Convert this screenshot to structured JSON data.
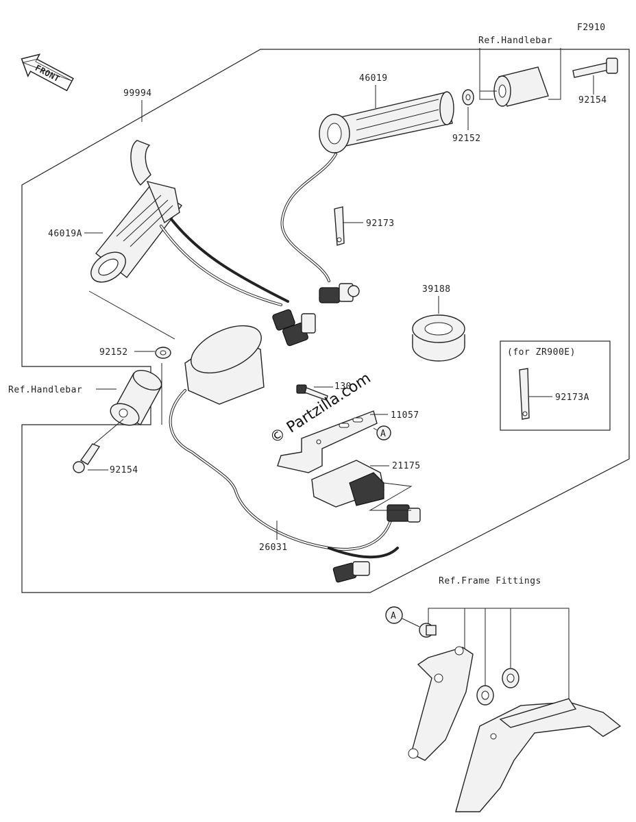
{
  "figure_code": "F2910",
  "front_label": "FRONT",
  "watermark": "© Partzilla.com",
  "callouts": {
    "kit": "99994",
    "grip_left": "46019A",
    "grip_right": "46019",
    "washer_left": "92152",
    "washer_right": "92152",
    "ref_handlebar_left": "Ref.Handlebar",
    "ref_handlebar_right": "Ref.Handlebar",
    "bolt_left": "92154",
    "bolt_right": "92154",
    "band": "92173",
    "band_a": "92173A",
    "for_model": "(for ZR900E)",
    "grommet": "39188",
    "bolt_130": "130",
    "bracket": "11057",
    "controller": "21175",
    "harness": "26031",
    "ref_frame": "Ref.Frame Fittings",
    "ref_a1": "A",
    "ref_a2": "A"
  }
}
